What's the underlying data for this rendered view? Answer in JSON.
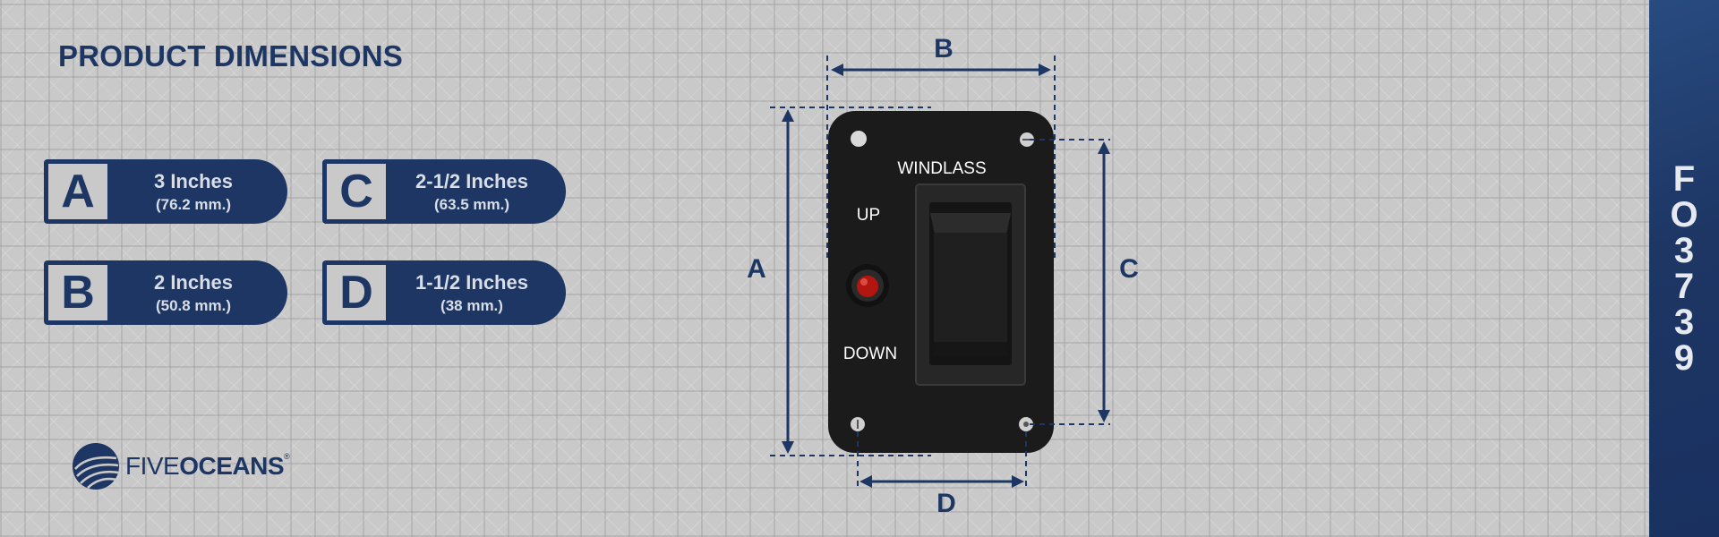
{
  "title": "PRODUCT DIMENSIONS",
  "dimensions": [
    {
      "letter": "A",
      "primary": "3 Inches",
      "secondary": "(76.2 mm.)"
    },
    {
      "letter": "B",
      "primary": "2 Inches",
      "secondary": "(50.8 mm.)"
    },
    {
      "letter": "C",
      "primary": "2-1/2 Inches",
      "secondary": "(63.5 mm.)"
    },
    {
      "letter": "D",
      "primary": "1-1/2 Inches",
      "secondary": "(38 mm.)"
    }
  ],
  "diagram": {
    "labels": {
      "a": "A",
      "b": "B",
      "c": "C",
      "d": "D"
    },
    "plate": {
      "windlass": "WINDLASS",
      "up": "UP",
      "down": "DOWN"
    }
  },
  "logo": {
    "light": "FIVE",
    "bold": "OCEANS",
    "mark": "®"
  },
  "sku": [
    "F",
    "O",
    "3",
    "7",
    "3",
    "9"
  ],
  "colors": {
    "navy": "#1d3664",
    "background": "#c9c9c9",
    "plate": "#1b1b1b",
    "led": "#b31510"
  }
}
